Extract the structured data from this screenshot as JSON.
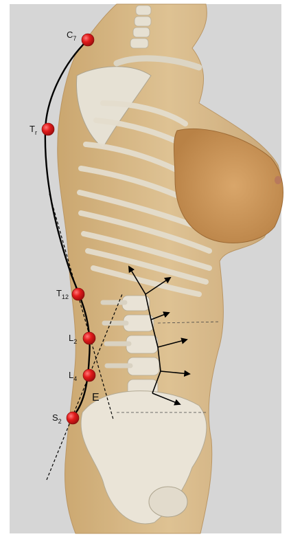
{
  "figure": {
    "landmarks": [
      {
        "id": "c7",
        "main": "C",
        "sub": "7"
      },
      {
        "id": "tr",
        "main": "T",
        "sub": "r"
      },
      {
        "id": "t12",
        "main": "T",
        "sub": "12"
      },
      {
        "id": "l2",
        "main": "L",
        "sub": "2"
      },
      {
        "id": "l4",
        "main": "L",
        "sub": "4"
      },
      {
        "id": "s2",
        "main": "S",
        "sub": "2"
      }
    ],
    "angle_label": "E",
    "colors": {
      "background": "#d8d8d8",
      "body_fill": "#d9b47a",
      "bone": "#e8e2d4",
      "marker": "#e21b1b",
      "curve": "#000000"
    },
    "icons": [
      "landmark-marker",
      "spine-curve",
      "vector-arrow"
    ]
  }
}
